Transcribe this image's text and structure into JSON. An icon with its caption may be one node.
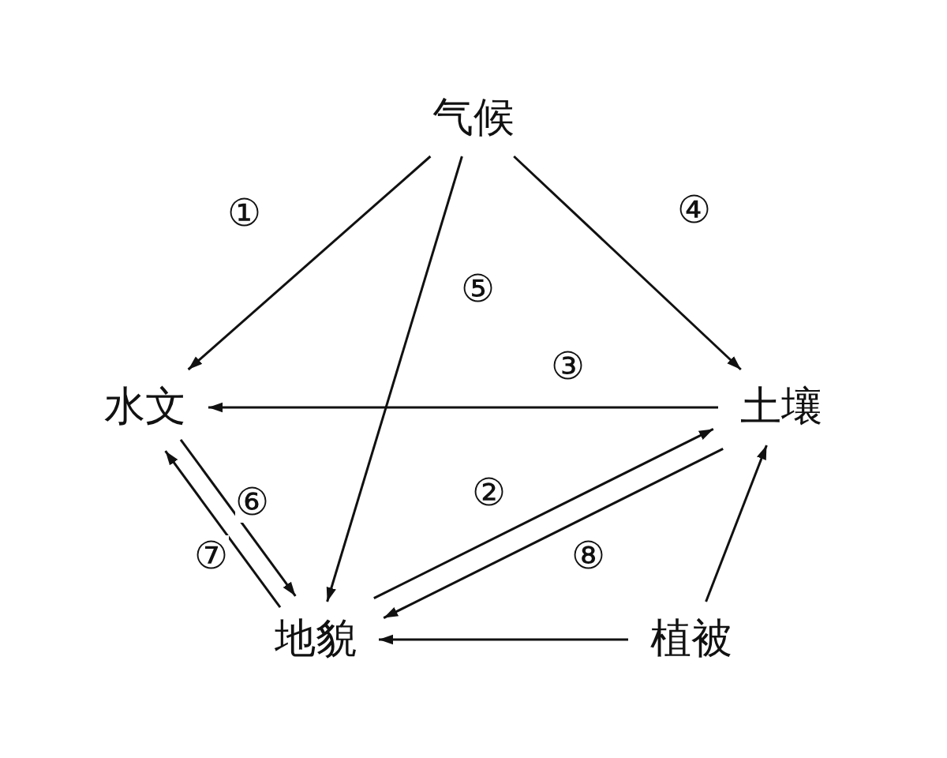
{
  "diagram": {
    "nodes": [
      {
        "text": [
          "气候"
        ]
      },
      {
        "text": [
          "水文"
        ]
      },
      {
        "text": [
          "土壤"
        ]
      },
      {
        "text": [
          "地貌"
        ]
      },
      {
        "text": [
          "植被"
        ]
      }
    ],
    "edges": [
      {
        "from": 0,
        "to": 1,
        "arrow": "to",
        "label": "①"
      },
      {
        "from": 0,
        "to": 2,
        "arrow": "to",
        "label": "④"
      },
      {
        "from": 0,
        "to": 3,
        "arrow": "to",
        "label": "⑤"
      },
      {
        "from": 2,
        "to": 1,
        "arrow": "to",
        "label": "③"
      },
      {
        "from": 3,
        "to": 2,
        "arrow": "to",
        "label": "②"
      },
      {
        "from": 2,
        "to": 3,
        "arrow": "to",
        "label": "⑧"
      },
      {
        "from": 1,
        "to": 3,
        "arrow": "to",
        "label": "⑥"
      },
      {
        "from": 3,
        "to": 1,
        "arrow": "to",
        "label": "⑦"
      },
      {
        "from": 4,
        "to": 3,
        "arrow": "to"
      },
      {
        "from": 4,
        "to": 2,
        "arrow": "to"
      }
    ]
  }
}
